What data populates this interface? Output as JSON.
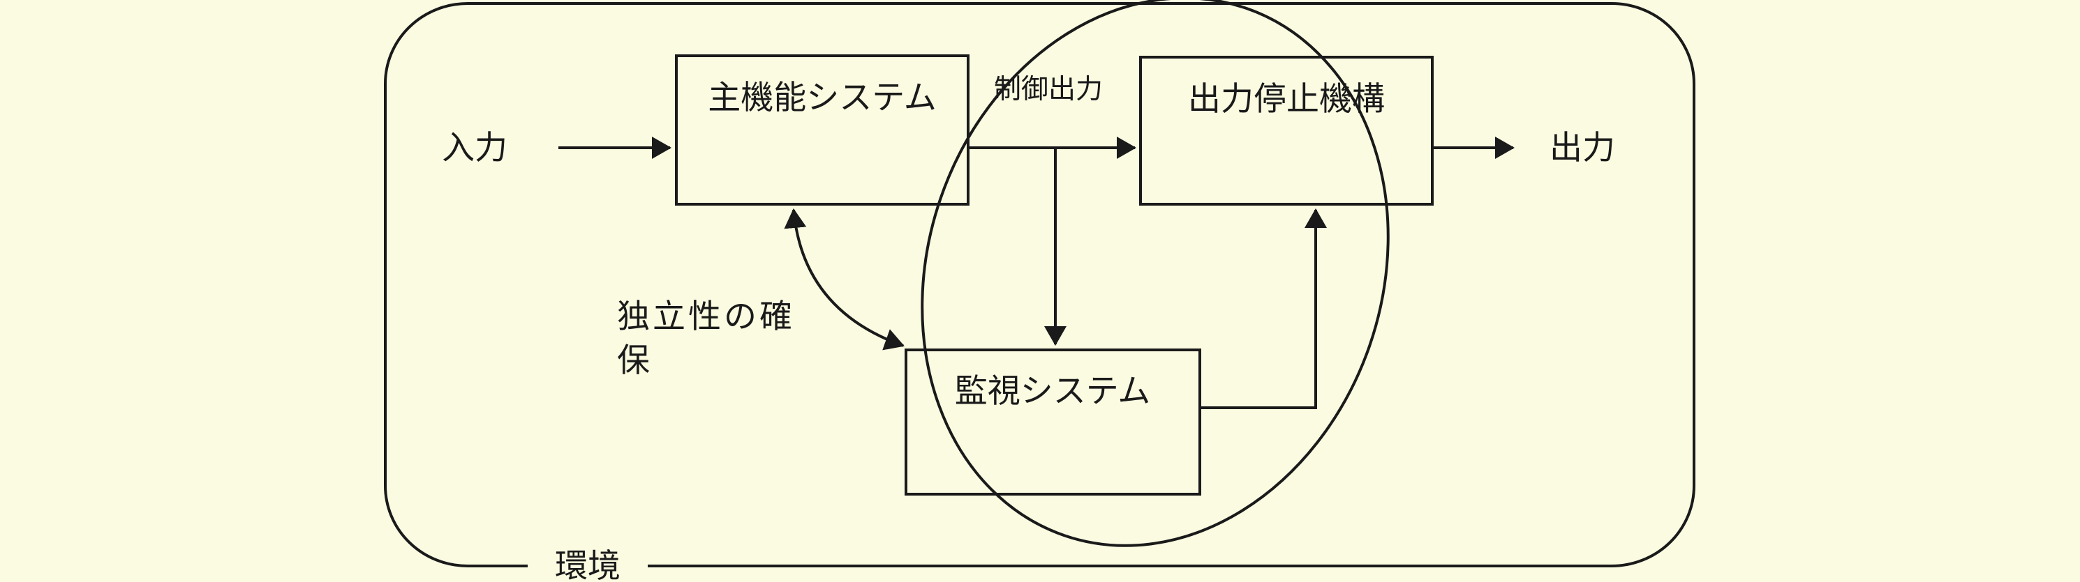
{
  "diagram": {
    "type": "block-diagram",
    "background_color": "#FBFBE2",
    "line_color": "#1A1A1A",
    "boxes": {
      "main_system": {
        "label": "主機能システム"
      },
      "output_stop": {
        "label": "出力停止機構"
      },
      "monitor_system": {
        "label": "監視システム"
      }
    },
    "labels": {
      "input": "入力",
      "output": "出力",
      "control_output": "制御出力",
      "independence_line1": "独立性の確",
      "independence_line2": "保",
      "environment": "環境"
    }
  }
}
